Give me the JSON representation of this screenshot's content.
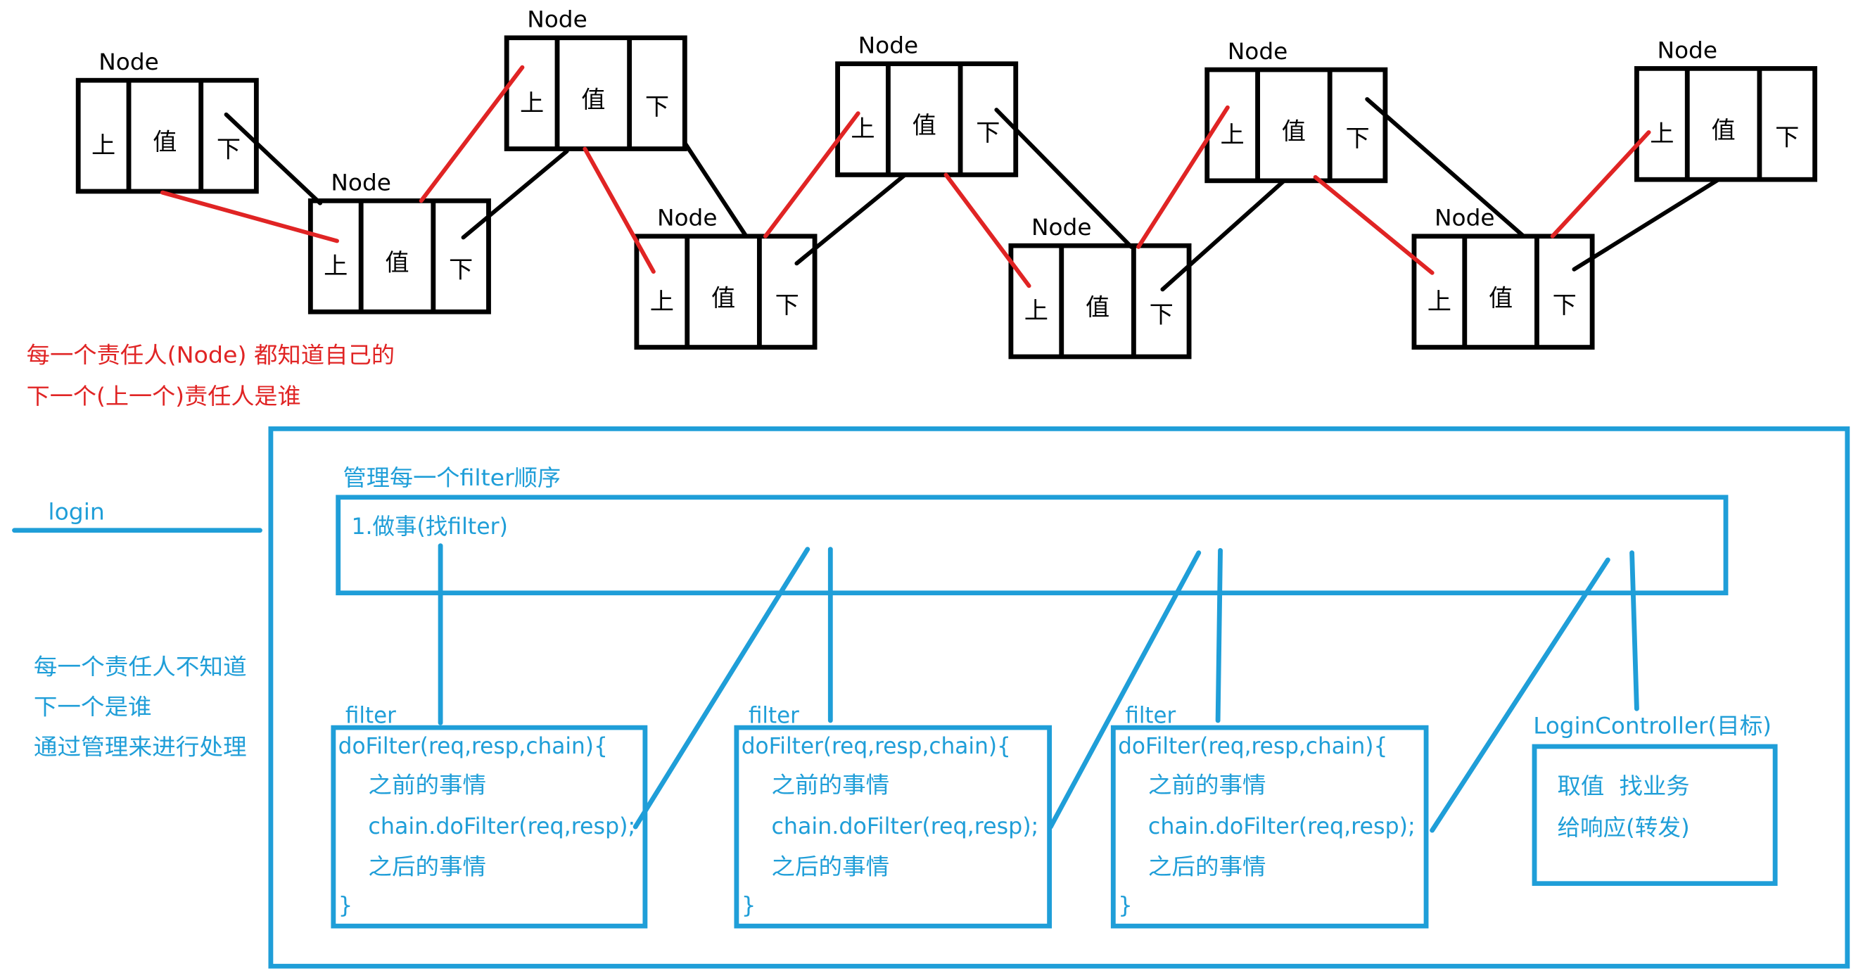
{
  "colors": {
    "red": "#e02424",
    "blue": "#1f9ed8",
    "black": "#000000"
  },
  "nodes": [
    {
      "label": "Node",
      "cells": [
        "上",
        "值",
        "下"
      ]
    },
    {
      "label": "Node",
      "cells": [
        "上",
        "值",
        "下"
      ]
    },
    {
      "label": "Node",
      "cells": [
        "上",
        "值",
        "下"
      ]
    },
    {
      "label": "Node",
      "cells": [
        "上",
        "值",
        "下"
      ]
    },
    {
      "label": "Node",
      "cells": [
        "上",
        "值",
        "下"
      ]
    },
    {
      "label": "Node",
      "cells": [
        "上",
        "值",
        "下"
      ]
    },
    {
      "label": "Node",
      "cells": [
        "上",
        "值",
        "下"
      ]
    },
    {
      "label": "Node",
      "cells": [
        "上",
        "值",
        "下"
      ]
    },
    {
      "label": "Node",
      "cells": [
        "上",
        "值",
        "下"
      ]
    }
  ],
  "note_known": [
    "每一个责任人(Node) 都知道自己的",
    "下一个(上一个)责任人是谁"
  ],
  "login_label": "login",
  "note_unknown": [
    "每一个责任人不知道",
    "下一个是谁",
    "通过管理来进行处理"
  ],
  "chain": {
    "title": "管理每一个filter顺序",
    "step": "1.做事(找filter)",
    "filters": [
      {
        "label": "filter",
        "lines": [
          "doFilter(req,resp,chain){",
          "之前的事情",
          "chain.doFilter(req,resp);",
          "之后的事情",
          "}"
        ]
      },
      {
        "label": "filter",
        "lines": [
          "doFilter(req,resp,chain){",
          "之前的事情",
          "chain.doFilter(req,resp);",
          "之后的事情",
          "}"
        ]
      },
      {
        "label": "filter",
        "lines": [
          "doFilter(req,resp,chain){",
          "之前的事情",
          "chain.doFilter(req,resp);",
          "之后的事情",
          "}"
        ]
      }
    ],
    "target": {
      "label": "LoginController(目标)",
      "lines": [
        "取值  找业务",
        "给响应(转发)"
      ]
    }
  }
}
